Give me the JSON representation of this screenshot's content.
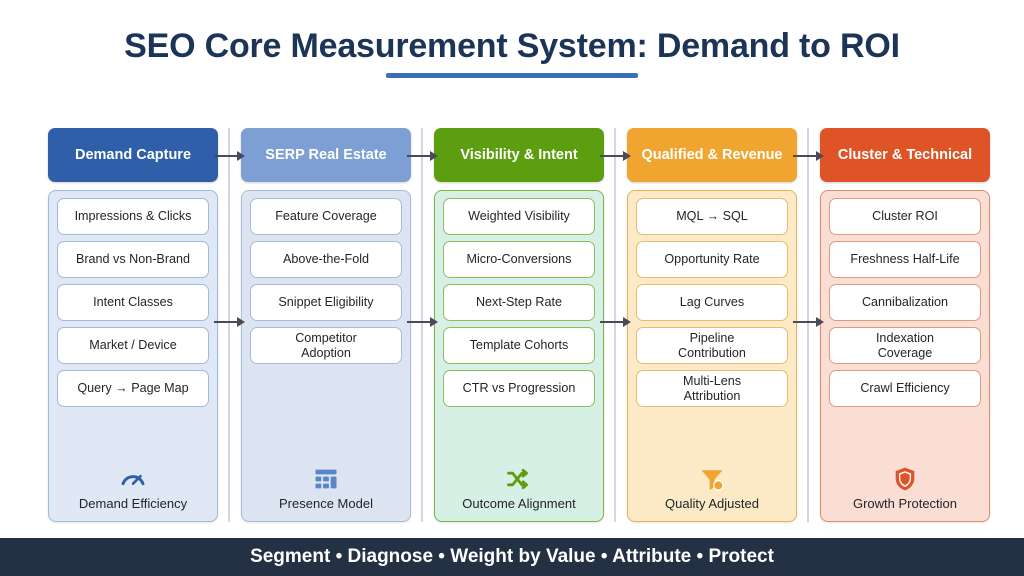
{
  "title": "SEO Core Measurement System: Demand to ROI",
  "columns": [
    {
      "header": "Demand Capture",
      "header_color": "#2e5fa8",
      "panel_bg": "#dfe8f4",
      "panel_border": "#9dbadf",
      "item_border": "#9dbadf",
      "items": [
        "Impressions & Clicks",
        "Brand vs Non-Brand",
        "Intent Classes",
        "Market / Device",
        "Query → Page Map"
      ],
      "footer_icon": "gauge-icon",
      "footer_icon_color": "#2e5fa8",
      "footer_label": "Demand Efficiency"
    },
    {
      "header": "SERP Real Estate",
      "header_color": "#7d9fd4",
      "panel_bg": "#dde4f1",
      "panel_border": "#a9bbdb",
      "item_border": "#a9bbdb",
      "items": [
        "Feature Coverage",
        "Above-the-Fold",
        "Snippet Eligibility",
        "Competitor\nAdoption"
      ],
      "footer_icon": "table-grid-icon",
      "footer_icon_color": "#5a86c9",
      "footer_label": "Presence Model"
    },
    {
      "header": "Visibility & Intent",
      "header_color": "#5d9e10",
      "panel_bg": "#d6f0e6",
      "panel_border": "#7cb342",
      "item_border": "#8cbf5a",
      "items": [
        "Weighted Visibility",
        "Micro-Conversions",
        "Next-Step Rate",
        "Template Cohorts",
        "CTR vs Progression"
      ],
      "footer_icon": "shuffle-icon",
      "footer_icon_color": "#5d9e10",
      "footer_label": "Outcome Alignment"
    },
    {
      "header": "Qualified & Revenue",
      "header_color": "#f0a531",
      "panel_bg": "#fce9c6",
      "panel_border": "#e6b35c",
      "item_border": "#e8bb6e",
      "items": [
        "MQL → SQL",
        "Opportunity Rate",
        "Lag Curves",
        "Pipeline\nContribution",
        "Multi-Lens\nAttribution"
      ],
      "footer_icon": "funnel-icon",
      "footer_icon_color": "#f0a531",
      "footer_label": "Quality Adjusted"
    },
    {
      "header": "Cluster & Technical",
      "header_color": "#df5427",
      "panel_bg": "#fbded3",
      "panel_border": "#e08c6c",
      "item_border": "#e09a7d",
      "items": [
        "Cluster ROI",
        "Freshness Half-Life",
        "Cannibalization",
        "Indexation\nCoverage",
        "Crawl Efficiency"
      ],
      "footer_icon": "shield-icon",
      "footer_icon_color": "#df5427",
      "footer_label": "Growth Protection"
    }
  ],
  "banner": "Segment • Diagnose • Weight by Value • Attribute • Protect",
  "accent": "#3b6fb5",
  "banner_color": "#243043"
}
